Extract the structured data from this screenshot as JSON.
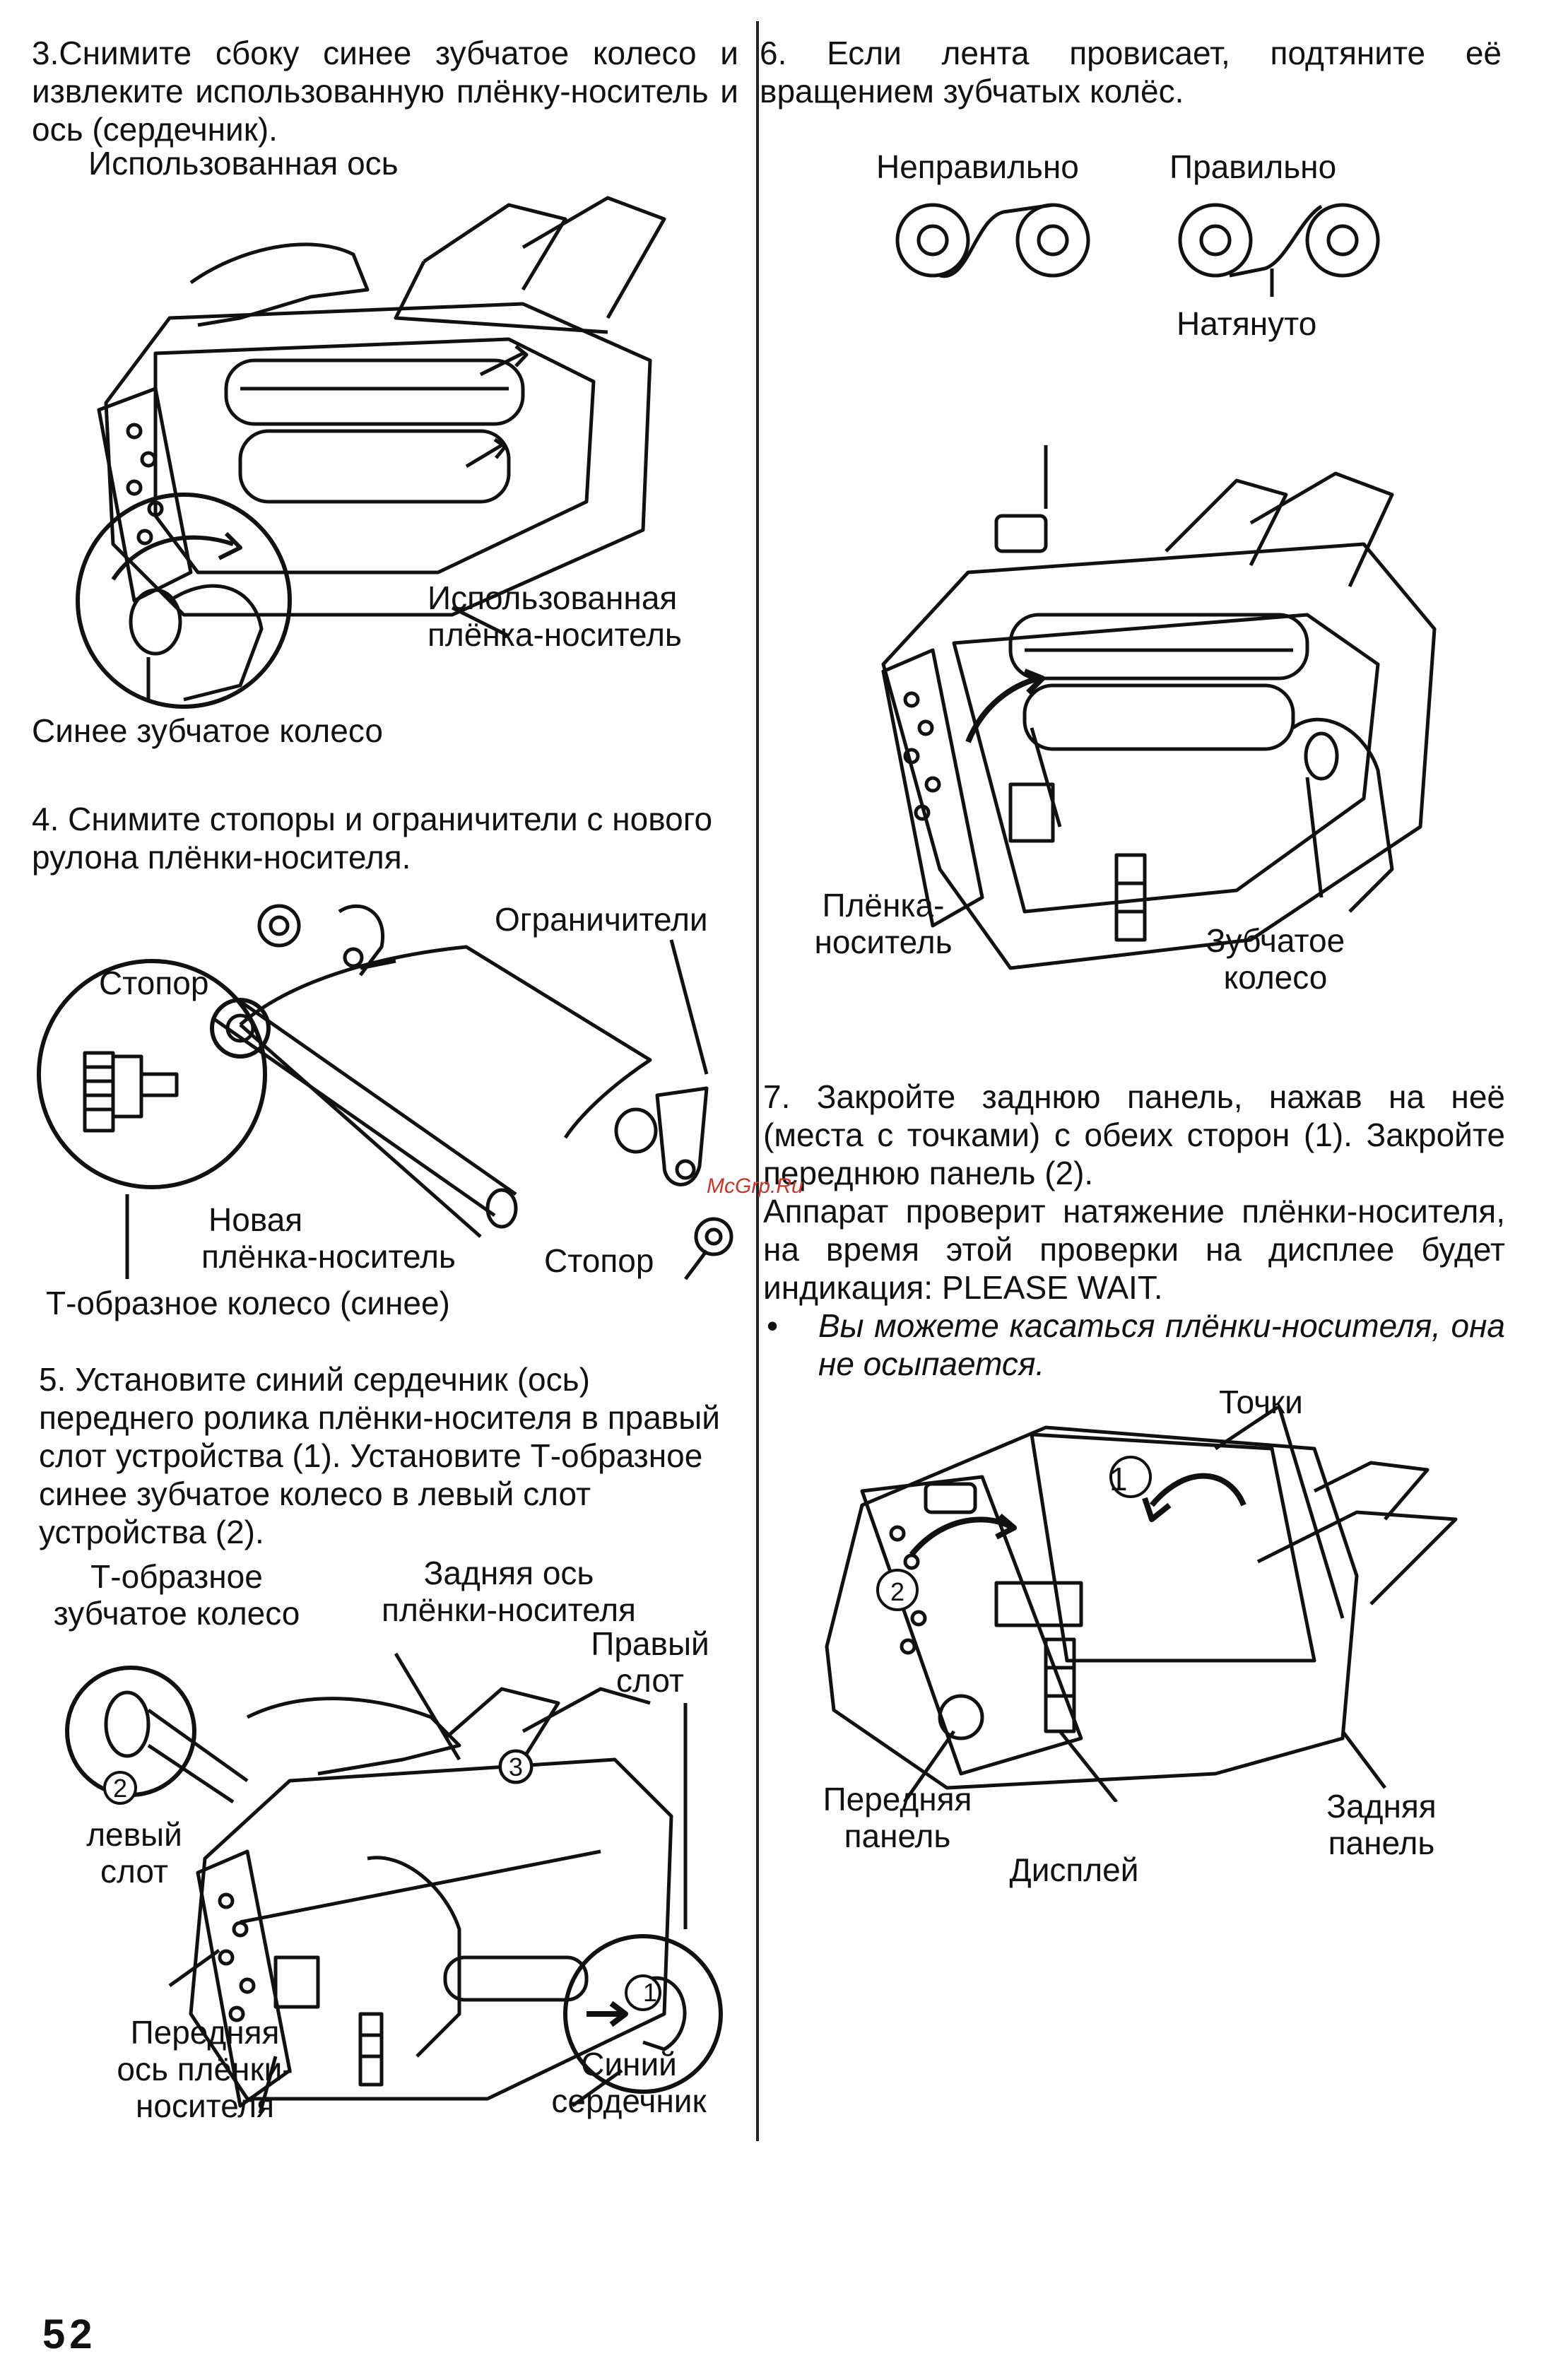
{
  "steps": {
    "s3": {
      "text": "3.Снимите сбоку синее зубчатое колесо и извлеките использованную плёнку-носитель и ось (сердечник).",
      "labels": {
        "used_axis": "Использованная ось",
        "used_film_1": "Использованная",
        "used_film_2": "плёнка-носитель",
        "blue_gear": "Синее зубчатое колесо"
      }
    },
    "s4": {
      "text": "4. Снимите стопоры и ограничители с нового рулона плёнки-носителя.",
      "labels": {
        "stopper_top": "Стопор",
        "limiters": "Ограничители",
        "new_film_1": "Новая",
        "new_film_2": "плёнка-носитель",
        "stopper_bottom": "Стопор",
        "t_wheel": "Т-образное колесо (синее)"
      }
    },
    "s5": {
      "text": "5. Установите синий сердечник (ось) переднего ролика плёнки-носителя в правый слот устройства (1). Установите Т-образное синее зубчатое колесо в левый слот устройства (2).",
      "labels": {
        "t_gear_1": "Т-образное",
        "t_gear_2": "зубчатое колесо",
        "rear_axis_1": "Задняя ось",
        "rear_axis_2": "плёнки-носителя",
        "right_slot_1": "Правый",
        "right_slot_2": "слот",
        "left_slot_1": "левый",
        "left_slot_2": "слот",
        "front_axis_1": "Передняя",
        "front_axis_2": "ось плёнки-",
        "front_axis_3": "носителя",
        "blue_core_1": "Синий",
        "blue_core_2": "сердечник",
        "n1": "1",
        "n2": "2",
        "n3": "3"
      }
    },
    "s6": {
      "text": "6. Если лента провисает, подтяните её вращением зубчатых колёс.",
      "labels": {
        "wrong": "Неправильно",
        "right": "Правильно",
        "taut": "Натянуто",
        "film_1": "Плёнка-",
        "film_2": "носитель",
        "gear_1": "Зубчатое",
        "gear_2": "колесо"
      }
    },
    "s7": {
      "text": "7. Закройте заднюю панель, нажав на неё (места с точками) с обеих сторон (1). Закройте переднюю панель (2).",
      "text2": "Аппарат проверит натяжение плёнки-носителя, на время этой проверки на дисплее будет индикация: PLEASE WAIT.",
      "bullet": "•",
      "note": "Вы можете касаться плёнки-носителя, она не осыпается.",
      "labels": {
        "dots": "Точки",
        "front_panel_1": "Передняя",
        "front_panel_2": "панель",
        "display": "Дисплей",
        "rear_panel_1": "Задняя",
        "rear_panel_2": "панель",
        "n1": "1",
        "n2": "2"
      }
    }
  },
  "watermark": "McGrp.Ru",
  "page_number": "52"
}
